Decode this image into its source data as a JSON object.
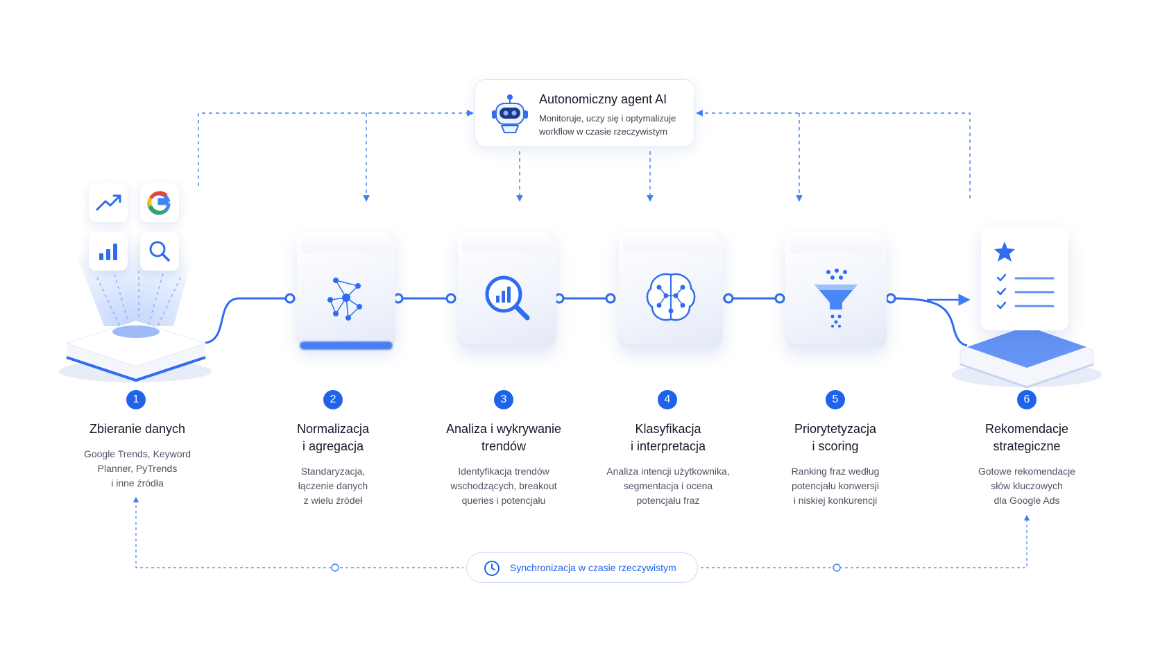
{
  "agent": {
    "title": "Autonomiczny agent AI",
    "description_line1": "Monitoruje, uczy się i optymalizuje",
    "description_line2": "workflow w czasie rzeczywistym",
    "icon": "robot-icon"
  },
  "steps": [
    {
      "number": "1",
      "title_line1": "Zbieranie danych",
      "title_line2": "",
      "desc_lines": [
        "Google Trends, Keyword",
        "Planner, PyTrends",
        "i inne źródła"
      ],
      "icon": "data-sources-platform-icon"
    },
    {
      "number": "2",
      "title_line1": "Normalizacja",
      "title_line2": "i agregacja",
      "desc_lines": [
        "Standaryzacja,",
        "łączenie danych",
        "z wielu źródeł"
      ],
      "icon": "network-graph-icon"
    },
    {
      "number": "3",
      "title_line1": "Analiza i wykrywanie",
      "title_line2": "trendów",
      "desc_lines": [
        "Identyfikacja trendów",
        "wschodzących, breakout",
        "queries i potencjału"
      ],
      "icon": "magnifier-chart-icon"
    },
    {
      "number": "4",
      "title_line1": "Klasyfikacja",
      "title_line2": "i interpretacja",
      "desc_lines": [
        "Analiza intencji użytkownika,",
        "segmentacja i ocena",
        "potencjału fraz"
      ],
      "icon": "brain-network-icon"
    },
    {
      "number": "5",
      "title_line1": "Priorytetyzacja",
      "title_line2": "i scoring",
      "desc_lines": [
        "Ranking fraz według",
        "potencjału konwersji",
        "i niskiej konkurencji"
      ],
      "icon": "funnel-icon"
    },
    {
      "number": "6",
      "title_line1": "Rekomendacje",
      "title_line2": "strategiczne",
      "desc_lines": [
        "Gotowe rekomendacje",
        "słów kluczowych",
        "dla Google Ads"
      ],
      "icon": "star-checklist-icon"
    }
  ],
  "source_tiles": [
    "trend-arrow-icon",
    "google-logo-icon",
    "bar-chart-icon",
    "search-icon"
  ],
  "sync": {
    "label": "Synchronizacja w czasie rzeczywistym",
    "icon": "clock-icon"
  },
  "colors": {
    "accent": "#1f63ea",
    "dashed": "#3f7ef2",
    "text": "#111827",
    "muted": "#4b5363"
  }
}
